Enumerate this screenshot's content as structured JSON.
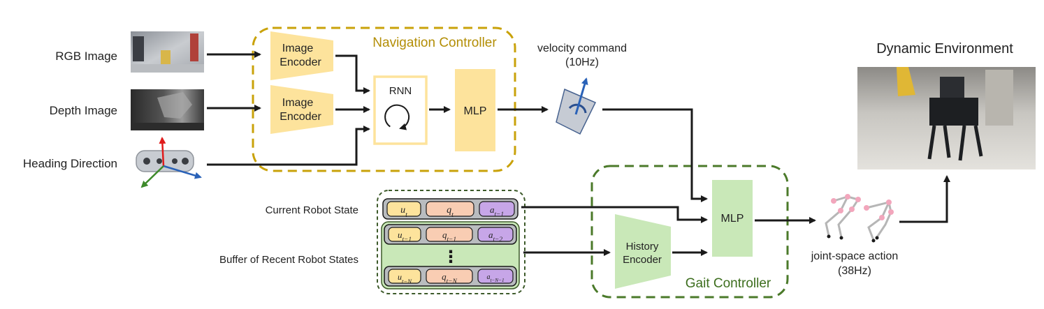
{
  "inputs": {
    "rgb": "RGB Image",
    "depth": "Depth Image",
    "heading": "Heading Direction",
    "current_state": "Current Robot State",
    "buffer": "Buffer of Recent Robot States"
  },
  "nav": {
    "title": "Navigation Controller",
    "encoder1": [
      "Image",
      "Encoder"
    ],
    "encoder2": [
      "Image",
      "Encoder"
    ],
    "rnn": "RNN",
    "mlp": "MLP"
  },
  "velocity": [
    "velocity command",
    "(10Hz)"
  ],
  "gait": {
    "title": "Gait Controller",
    "history": [
      "History",
      "Encoder"
    ],
    "mlp": "MLP"
  },
  "action": [
    "joint-space action",
    "(38Hz)"
  ],
  "env": {
    "title": "Dynamic Environment"
  },
  "state_rows": {
    "current": [
      "u_t",
      "q_t",
      "a_{t-1}"
    ],
    "buffer_top": [
      "u_{t-1}",
      "q_{t-1}",
      "a_{t-2}"
    ],
    "buffer_bottom": [
      "u_{t-N}",
      "q_{t-N}",
      "a_{t-N-1}"
    ],
    "ellipsis": "⋮"
  },
  "colors": {
    "nav_border": "#c9a20a",
    "encoder_fill": "#fde39c",
    "rnn_border": "#fde39c",
    "gait_border": "#4b7a2a",
    "gait_fill": "#c9e8b8",
    "state_u": "#fde39c",
    "state_q": "#f9cdb3",
    "state_a": "#c7a6e8",
    "arrow": "#1a1a1a"
  }
}
